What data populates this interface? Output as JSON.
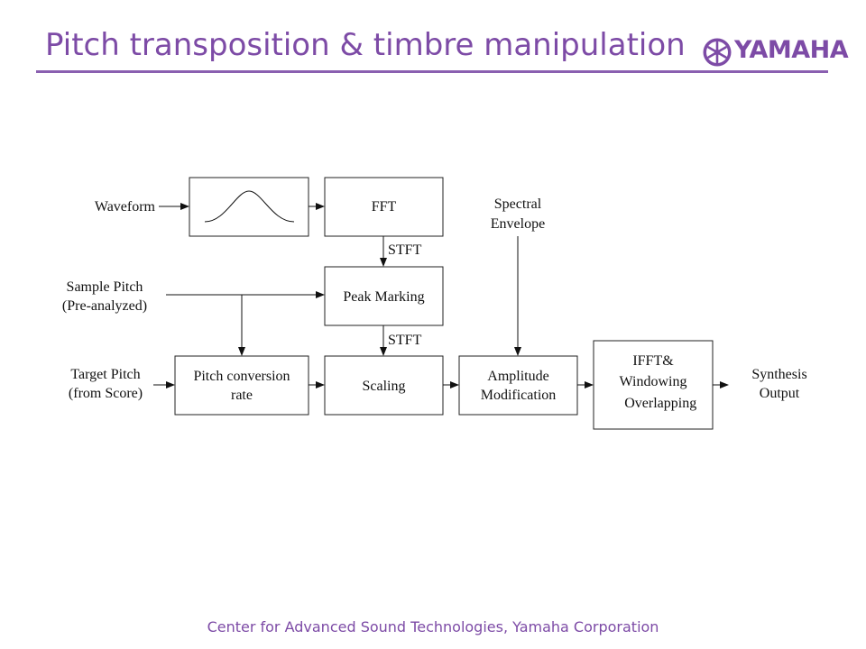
{
  "header": {
    "title": "Pitch transposition & timbre manipulation",
    "brand": "YAMAHA"
  },
  "footer": {
    "text": "Center for Advanced Sound Technologies, Yamaha Corporation"
  },
  "diagram": {
    "inputs": {
      "waveform": "Waveform",
      "sample_pitch": [
        "Sample Pitch",
        "(Pre-analyzed)"
      ],
      "target_pitch": [
        "Target Pitch",
        "(from Score)"
      ],
      "spectral_envelope": [
        "Spectral",
        "Envelope"
      ]
    },
    "blocks": {
      "fft": "FFT",
      "peak_marking": "Peak Marking",
      "pitch_conversion": [
        "Pitch conversion",
        "rate"
      ],
      "scaling": "Scaling",
      "amplitude": [
        "Amplitude",
        "Modification"
      ],
      "ifft": [
        "IFFT&",
        "Windowing",
        " Overlapping"
      ]
    },
    "edge_labels": {
      "stft_1": "STFT",
      "stft_2": "STFT"
    },
    "output": [
      "Synthesis",
      "Output"
    ]
  }
}
